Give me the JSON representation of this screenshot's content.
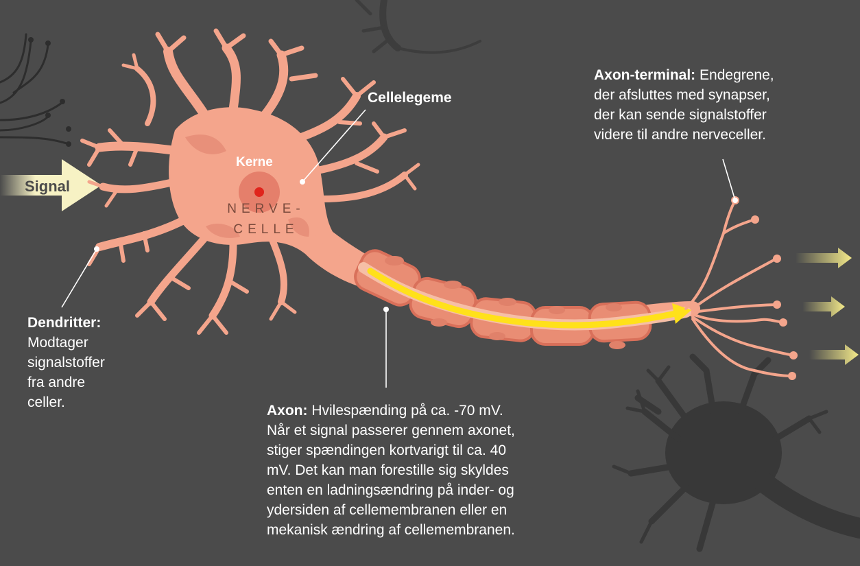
{
  "labels": {
    "signal": "Signal",
    "kerne": "Kerne",
    "nerve_line1": "NERVE-",
    "nerve_line2": "CELLE",
    "cellelegeme": "Cellelegeme"
  },
  "dendritter": {
    "title": "Dendritter:",
    "lines": [
      "Modtager",
      "signalstoffer",
      "fra andre",
      "celler."
    ]
  },
  "axon": {
    "title": "Axon:",
    "first_line": " Hvilespænding på ca. -70 mV.",
    "lines": [
      "Når et signal passerer gennem axonet,",
      "stiger spændingen kortvarigt til ca. 40",
      "mV. Det kan man forestille sig skyldes",
      "enten en ladningsændring på inder- og",
      "ydersiden af cellemembranen eller en",
      "mekanisk ændring af cellemembranen."
    ]
  },
  "axon_terminal": {
    "title": "Axon-terminal:",
    "first_line": " Endegrene,",
    "lines": [
      "der afsluttes med synapser,",
      "der kan sende signalstoffer",
      "videre til andre nerveceller."
    ]
  },
  "colors": {
    "background": "#4b4b4b",
    "cell": "#f4a58c",
    "cell_dark": "#e0816a",
    "nucleus": "#e57f6b",
    "nucleus_dot": "#e0241c",
    "signal_arrow": "#f7f2c4",
    "axon_flow": "#ffe11a",
    "shadow_neuron": "#3a3a3a"
  }
}
